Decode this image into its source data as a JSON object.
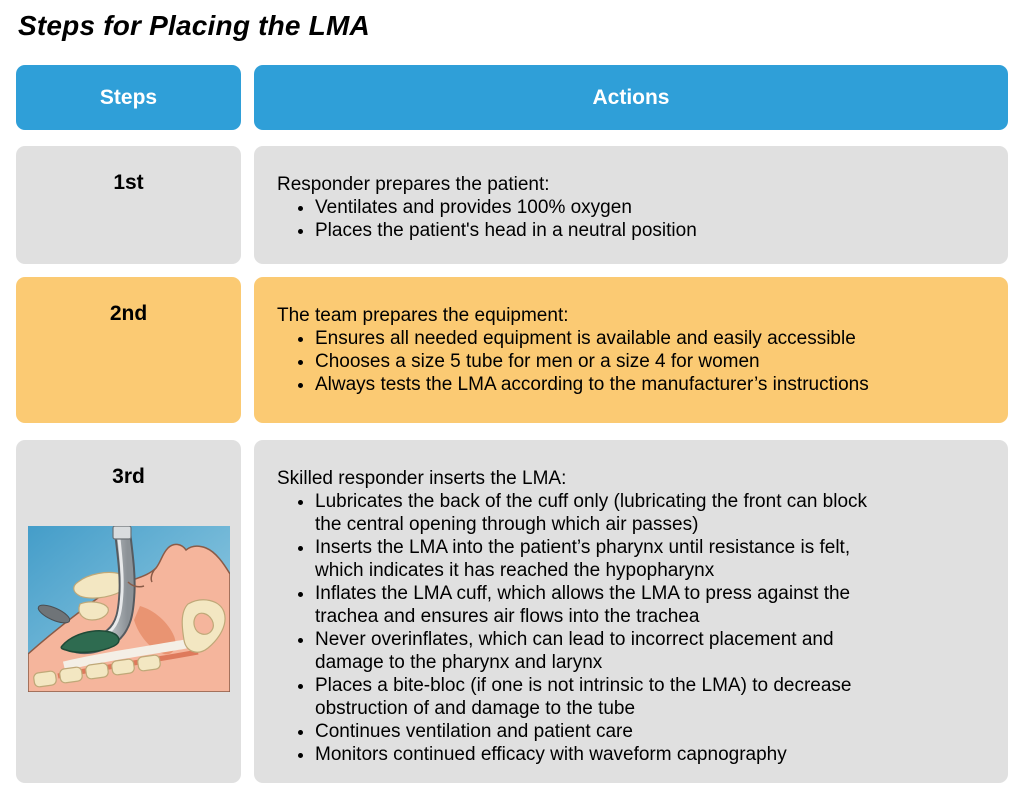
{
  "title": "Steps for Placing the LMA",
  "table": {
    "headers": {
      "steps": "Steps",
      "actions": "Actions"
    },
    "rows": [
      {
        "step": "1st",
        "intro": "Responder prepares the patient:",
        "bullets": [
          "Ventilates and provides 100% oxygen",
          "Places the patient's head in a neutral position"
        ]
      },
      {
        "step": "2nd",
        "intro": "The team prepares the equipment:",
        "bullets": [
          "Ensures all needed equipment is available and easily accessible",
          "Chooses a size 5 tube for men or a size 4 for women",
          "Always tests the LMA according to the manufacturer’s instructions"
        ]
      },
      {
        "step": "3rd",
        "intro": "Skilled responder inserts the LMA:",
        "bullets": [
          "Lubricates the back of the cuff only (lubricating the front can block\nthe central opening through which air passes)",
          "Inserts the LMA into the patient’s pharynx until resistance is felt,\nwhich indicates it has reached the hypopharynx",
          "Inflates the LMA cuff, which allows the LMA to press against the\ntrachea and ensures air flows into the trachea",
          "Never overinflates, which can lead to incorrect placement and\ndamage to the pharynx and larynx",
          "Places a bite-bloc (if one is not intrinsic to the LMA) to decrease\nobstruction of and damage to the tube",
          "Continues ventilation and patient care",
          "Monitors continued efficacy with waveform capnography"
        ],
        "illustration": "sagittal head cross-section showing LMA tube inserted through mouth into hypopharynx"
      }
    ]
  },
  "colors": {
    "header_bg": "#2F9FD8",
    "header_text": "#FFFFFF",
    "row_default_bg": "#E0E0E0",
    "row_highlight_bg": "#FBCA73",
    "body_text": "#000000"
  }
}
